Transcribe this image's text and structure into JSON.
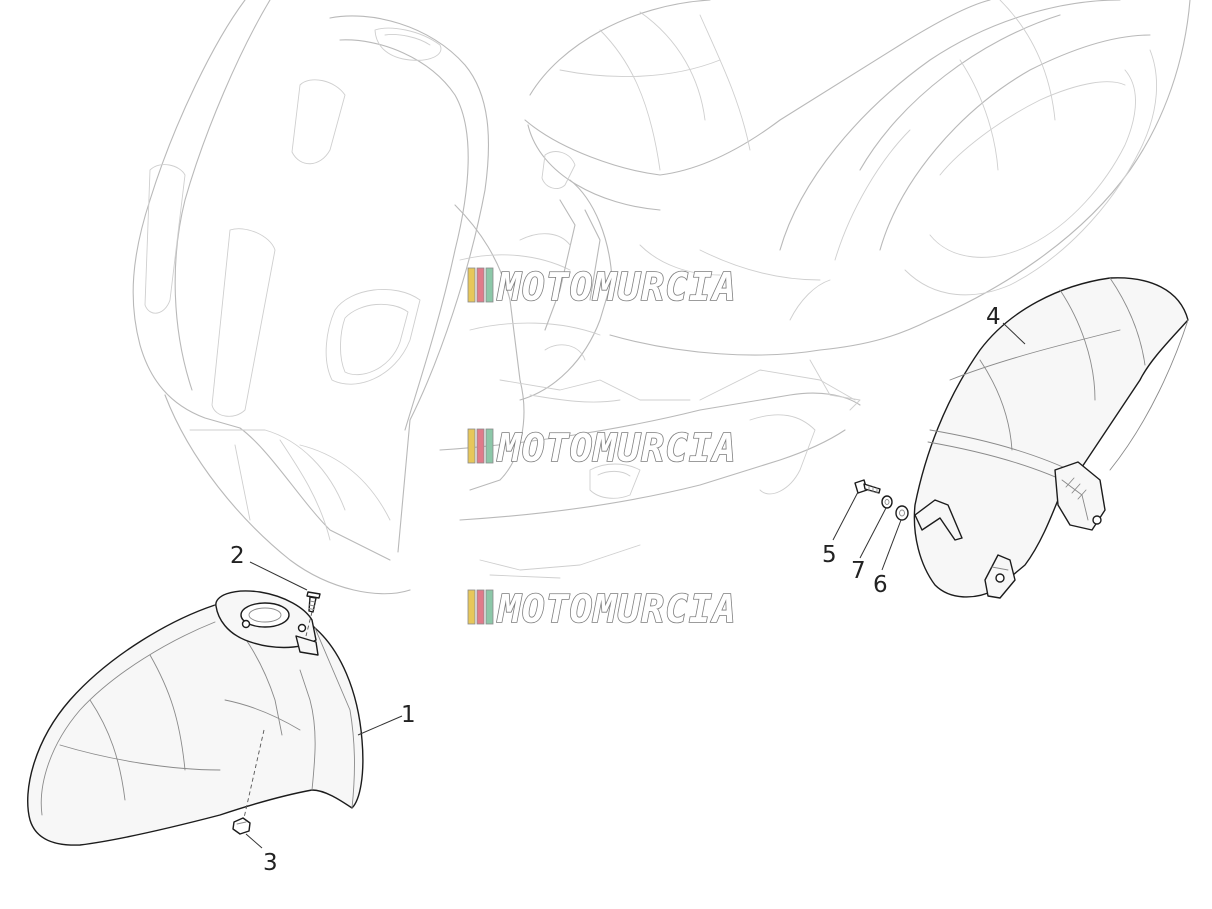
{
  "watermark": {
    "text": "MOTOMURCIA",
    "stripe_colors": [
      "#e7c75a",
      "#e07a8a",
      "#8cc7a8"
    ]
  },
  "callouts": [
    {
      "id": "1",
      "label": "1"
    },
    {
      "id": "2",
      "label": "2"
    },
    {
      "id": "3",
      "label": "3"
    },
    {
      "id": "4",
      "label": "4"
    },
    {
      "id": "5",
      "label": "5"
    },
    {
      "id": "6",
      "label": "6"
    },
    {
      "id": "7",
      "label": "7"
    }
  ]
}
